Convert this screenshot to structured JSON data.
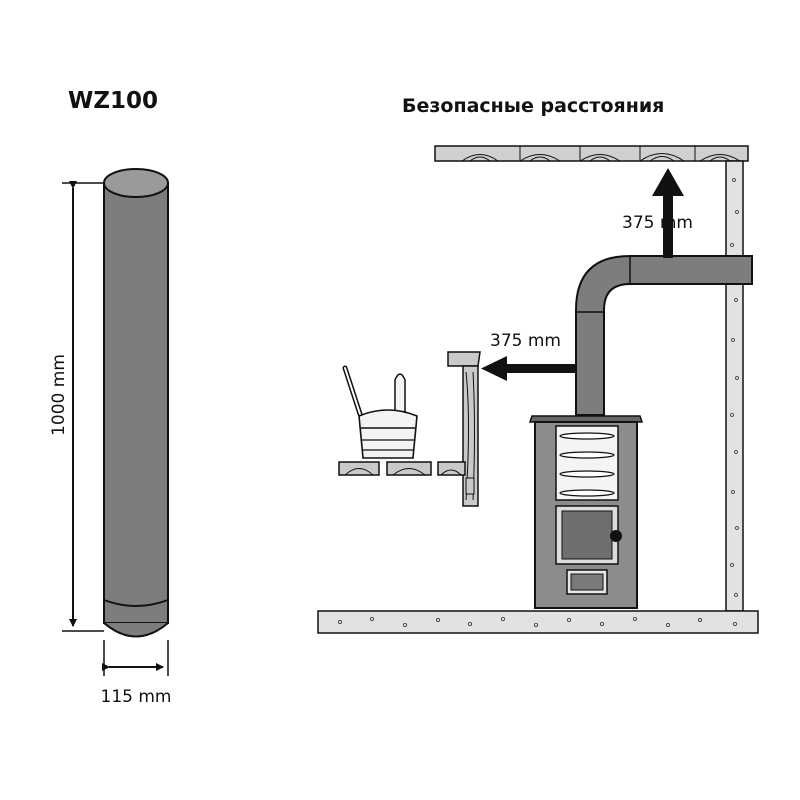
{
  "product": {
    "model": "WZ100"
  },
  "pipe": {
    "length_label": "1000 mm",
    "diameter_label": "115 mm"
  },
  "installation": {
    "title": "Безопасные расстояния",
    "ceiling_clearance": "375 mm",
    "side_clearance": "375 mm"
  },
  "colors": {
    "pipe_fill": "#7d7d7d",
    "pipe_dark": "#5f5f5f",
    "stove_fill": "#8c8c8c",
    "wood_fill": "#c9c9c9",
    "ink": "#111111"
  }
}
